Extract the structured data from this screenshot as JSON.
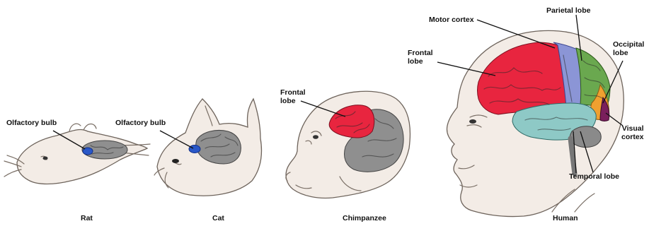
{
  "species": {
    "rat": "Rat",
    "cat": "Cat",
    "chimpanzee": "Chimpanzee",
    "human": "Human"
  },
  "labels": {
    "rat_olfactory_bulb": "Olfactory bulb",
    "cat_olfactory_bulb": "Olfactory bulb",
    "chimp_frontal_lobe": "Frontal\nlobe",
    "human_frontal_lobe": "Frontal\nlobe",
    "motor_cortex": "Motor cortex",
    "parietal_lobe": "Parietal lobe",
    "occipital_lobe": "Occipital\nlobe",
    "visual_cortex": "Visual\ncortex",
    "temporal_lobe": "Temporal lobe"
  },
  "colors": {
    "frontal": "#e8253f",
    "motor": "#8b95d6",
    "parietal": "#6aa84f",
    "occipital": "#f0a030",
    "visual": "#7a1f5c",
    "temporal": "#8ec9c6",
    "cerebellum": "#8a8a8a",
    "brain_gray": "#8f8f8f",
    "olfactory": "#2a58c8"
  }
}
